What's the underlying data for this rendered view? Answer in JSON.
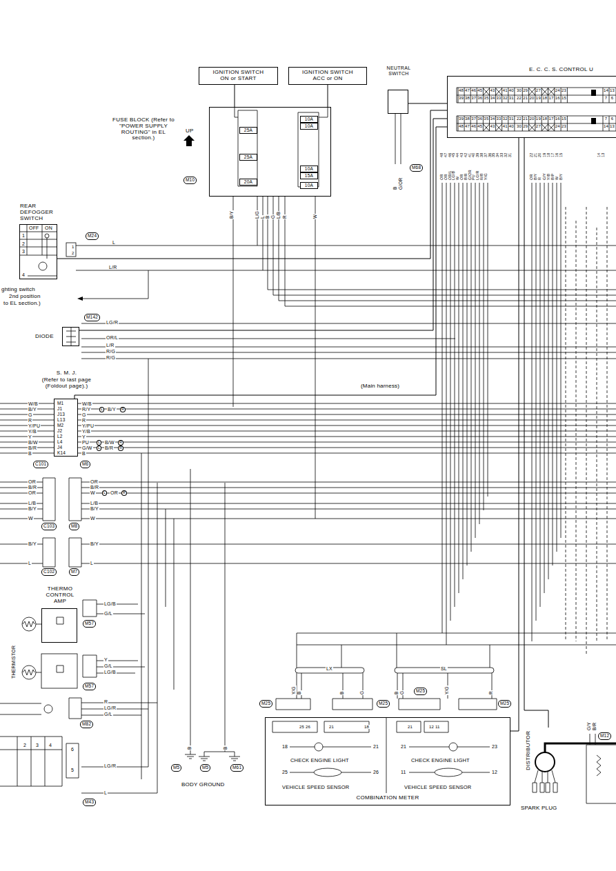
{
  "diagram": {
    "nodes": [
      {
        "text": [
          "IGNITION SWITCH ON or START"
        ]
      },
      {
        "text": [
          "IGNITION SWITCH ACC or ON"
        ]
      },
      {
        "text": [
          "FUSE BLOCK (Refer to \"POWER SUPPLY ROUTING\" in EL section.)"
        ]
      },
      {
        "text": [
          "25A"
        ],
        "in": 2
      },
      {
        "text": [
          "25A"
        ],
        "in": 2
      },
      {
        "text": [
          "20A"
        ],
        "in": 2
      },
      {
        "text": [
          "10A"
        ],
        "in": 2
      },
      {
        "text": [
          "10A"
        ],
        "in": 2
      },
      {
        "text": [
          "10A"
        ],
        "in": 2
      },
      {
        "text": [
          "15A"
        ],
        "in": 2
      },
      {
        "text": [
          "10A"
        ],
        "in": 2
      },
      {
        "text": [
          "NEUTRAL SWITCH"
        ]
      },
      {
        "text": [
          "E. C. C. S. CONTROL U"
        ]
      },
      {
        "text": [
          "REAR DEFOGGER SWITCH"
        ]
      },
      {
        "text": [
          "DIODE"
        ]
      },
      {
        "text": [
          "S. M. J.",
          "(Refer to last page (Foldout page).)"
        ]
      },
      {
        "text": [
          "THERMO CONTROL AMP"
        ]
      },
      {
        "text": [
          "COMBINATION METER"
        ]
      },
      {
        "text": [
          "DISTRIBUTOR"
        ]
      }
    ],
    "edges": [
      {
        "from": 0,
        "to": 2,
        "arrow": "none"
      },
      {
        "from": 1,
        "to": 2,
        "arrow": "none"
      },
      {
        "from": 11,
        "to": 12,
        "arrow": "none"
      },
      {
        "from": 13,
        "to": 12,
        "arrow": "none"
      },
      {
        "from": 14,
        "to": 12,
        "arrow": "none"
      },
      {
        "from": 15,
        "to": 12,
        "arrow": "none"
      },
      {
        "from": 17,
        "to": 12,
        "arrow": "none"
      },
      {
        "from": 18,
        "to": 12,
        "arrow": "none"
      }
    ],
    "labels": [
      "UP",
      "M10",
      "B/Y",
      "L/G",
      "L",
      "B",
      "G",
      "L/B",
      "R",
      "W",
      "OFF",
      "ON",
      "1",
      "2",
      "3",
      "4",
      "M24",
      "1",
      "2",
      "L",
      "L/R",
      "ghting switch",
      "2nd position",
      "to EL section.)",
      "M142",
      "LG/R",
      "OR/L",
      "L/R",
      "R/G",
      "R/G",
      "W/B",
      "B/Y",
      "G",
      "R",
      "Y/PU",
      "Y/B",
      "Y",
      "B/W",
      "B/R",
      "B",
      "M1",
      "J1",
      "J13",
      "L13",
      "M2",
      "J2",
      "L2",
      "L4",
      "J4",
      "K14",
      "W/B",
      "R/Y",
      "G",
      "R",
      "Y/PU",
      "Y/B",
      "Y",
      "PU",
      "G/W",
      "B",
      "L",
      "B/Y",
      "R",
      "L",
      "B/W",
      "R",
      "L",
      "B/R",
      "R",
      "C101",
      "M6",
      "(Main harness)",
      "OR",
      "B/R",
      "OR",
      "L/B",
      "B/Y",
      "W",
      "OR",
      "B/R",
      "W",
      "L/B",
      "B/Y",
      "W",
      "L",
      "OR",
      "R",
      "C103",
      "M8",
      "B/Y",
      "L",
      "B/Y",
      "L",
      "C102",
      "M7",
      "THERMISTOR",
      "LG/B",
      "G/L",
      "M57",
      "Y",
      "G/L",
      "LG/B",
      "M57",
      "R",
      "LG/R",
      "G/L",
      "M82",
      "2",
      "3",
      "4",
      "6",
      "5",
      "LG/R",
      "L",
      "M43",
      "M5",
      "M5",
      "M61",
      "BODY GROUND",
      "B",
      "B",
      "LX",
      "SL",
      "Y/G",
      "B",
      "B",
      "G",
      "B",
      "G",
      "Y/G",
      "R",
      "M25",
      "M25",
      "M25",
      "M25",
      "25",
      "26",
      "21",
      "18",
      "21",
      "12",
      "11",
      "18",
      "21",
      "CHECK ENGINE LIGHT",
      "25",
      "26",
      "VEHICLE SPEED SENSOR",
      "21",
      "23",
      "CHECK ENGINE LIGHT",
      "11",
      "12",
      "VEHICLE SPEED SENSOR",
      "SPARK PLUG",
      "G/Y",
      "B/R",
      "M12",
      "M68",
      "B",
      "G/OR",
      "48",
      "47",
      "46",
      "45",
      "43",
      "41",
      "40",
      "30",
      "29",
      "27",
      "24",
      "23",
      "14",
      "13",
      "39",
      "38",
      "37",
      "36",
      "35",
      "34",
      "33",
      "32",
      "31",
      "22",
      "21",
      "20",
      "19",
      "18",
      "17",
      "16",
      "15",
      "7",
      "6",
      "39",
      "38",
      "37",
      "36",
      "35",
      "34",
      "33",
      "32",
      "31",
      "22",
      "21",
      "20",
      "19",
      "18",
      "17",
      "16",
      "15",
      "7",
      "6",
      "48",
      "47",
      "46",
      "45",
      "43",
      "41",
      "40",
      "30",
      "29",
      "27",
      "24",
      "23",
      "14",
      "13",
      "48",
      "47",
      "46",
      "45",
      "44",
      "43",
      "42",
      "41",
      "40",
      "39",
      "38",
      "37",
      "36",
      "35",
      "34",
      "33",
      "32",
      "31",
      "22",
      "21",
      "20",
      "19",
      "18",
      "17",
      "16",
      "15",
      "14",
      "13",
      "OR",
      "OR",
      "OR/L",
      "LG/B",
      "W",
      "OR",
      "B/R",
      "G/OR",
      "PU",
      "LG/R",
      "R/B",
      "Y/G",
      "OR",
      "B/Y",
      "R",
      "G/Y",
      "Y/B",
      "B/P",
      "W",
      "B/Y"
    ]
  }
}
